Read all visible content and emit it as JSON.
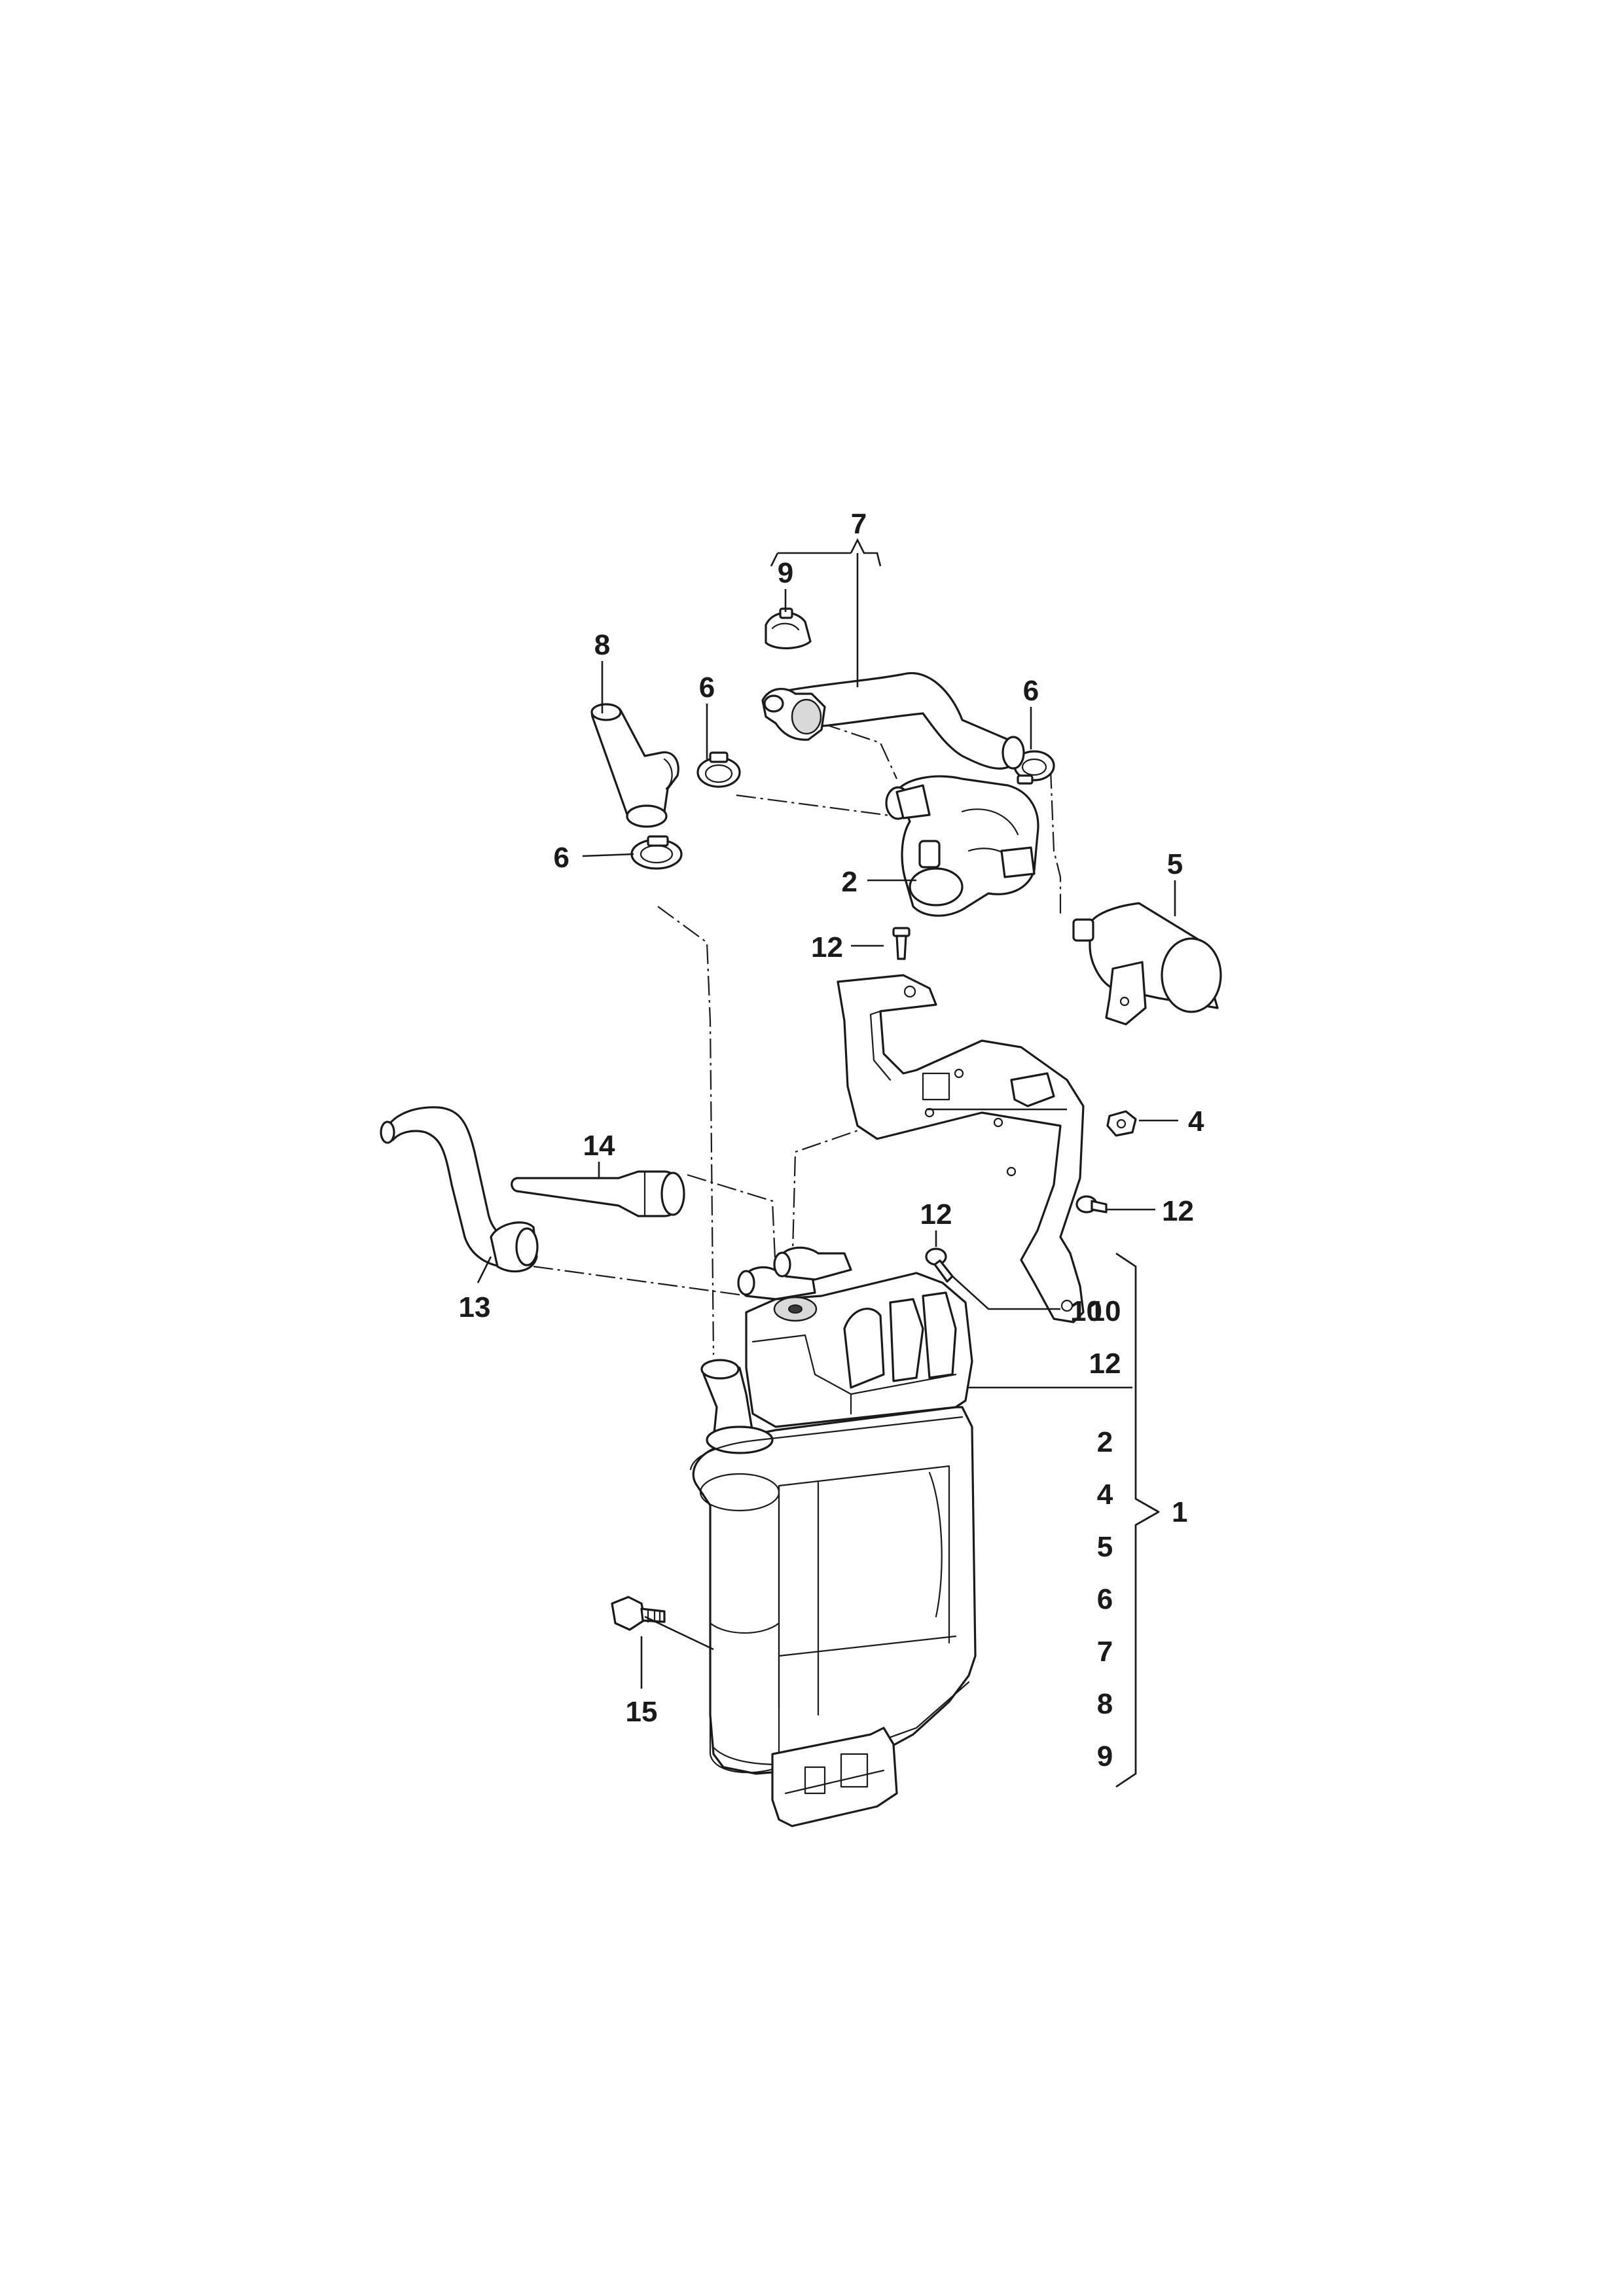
{
  "callouts": [
    {
      "id": "c7",
      "text": "7"
    },
    {
      "id": "c9",
      "text": "9"
    },
    {
      "id": "c8",
      "text": "8"
    },
    {
      "id": "c6a",
      "text": "6"
    },
    {
      "id": "c6b",
      "text": "6"
    },
    {
      "id": "c6c",
      "text": "6"
    },
    {
      "id": "c2",
      "text": "2"
    },
    {
      "id": "c5",
      "text": "5"
    },
    {
      "id": "c12a",
      "text": "12"
    },
    {
      "id": "c4",
      "text": "4"
    },
    {
      "id": "c14",
      "text": "14"
    },
    {
      "id": "c12b",
      "text": "12"
    },
    {
      "id": "c12c",
      "text": "12"
    },
    {
      "id": "c13",
      "text": "13"
    },
    {
      "id": "c10",
      "text": "10"
    },
    {
      "id": "c15",
      "text": "15"
    }
  ],
  "kit": {
    "label": "1",
    "items": [
      "10",
      "12",
      "2",
      "4",
      "5",
      "6",
      "7",
      "8",
      "9"
    ]
  }
}
